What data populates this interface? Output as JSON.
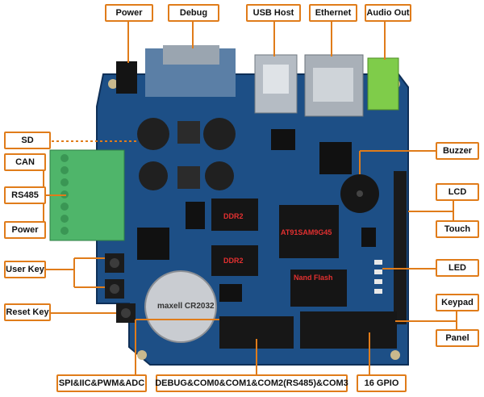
{
  "labels": {
    "power_top": "Power",
    "debug": "Debug",
    "usb_host": "USB Host",
    "ethernet": "Ethernet",
    "audio_out": "Audio Out",
    "sd": "SD",
    "can": "CAN",
    "rs485": "RS485",
    "power_left": "Power",
    "user_key": "User Key",
    "reset_key": "Reset Key",
    "buzzer": "Buzzer",
    "lcd": "LCD",
    "touch": "Touch",
    "led": "LED",
    "keypad": "Keypad",
    "panel": "Panel",
    "spi": "SPI&IIC&PWM&ADC",
    "debug_com": "DEBUG&COM0&COM1&COM2(RS485)&COM3",
    "gpio": "16 GPIO"
  },
  "chips": {
    "ddr2_top": "DDR2",
    "ddr2_bottom": "DDR2",
    "cpu": "AT91SAM9G45",
    "nand": "Nand Flash",
    "battery": "maxell CR2032"
  },
  "colors": {
    "board": "#1d4f86",
    "label_border": "#e07c1a",
    "callout_line": "#e07c1a",
    "chip_text": "#e23030"
  }
}
